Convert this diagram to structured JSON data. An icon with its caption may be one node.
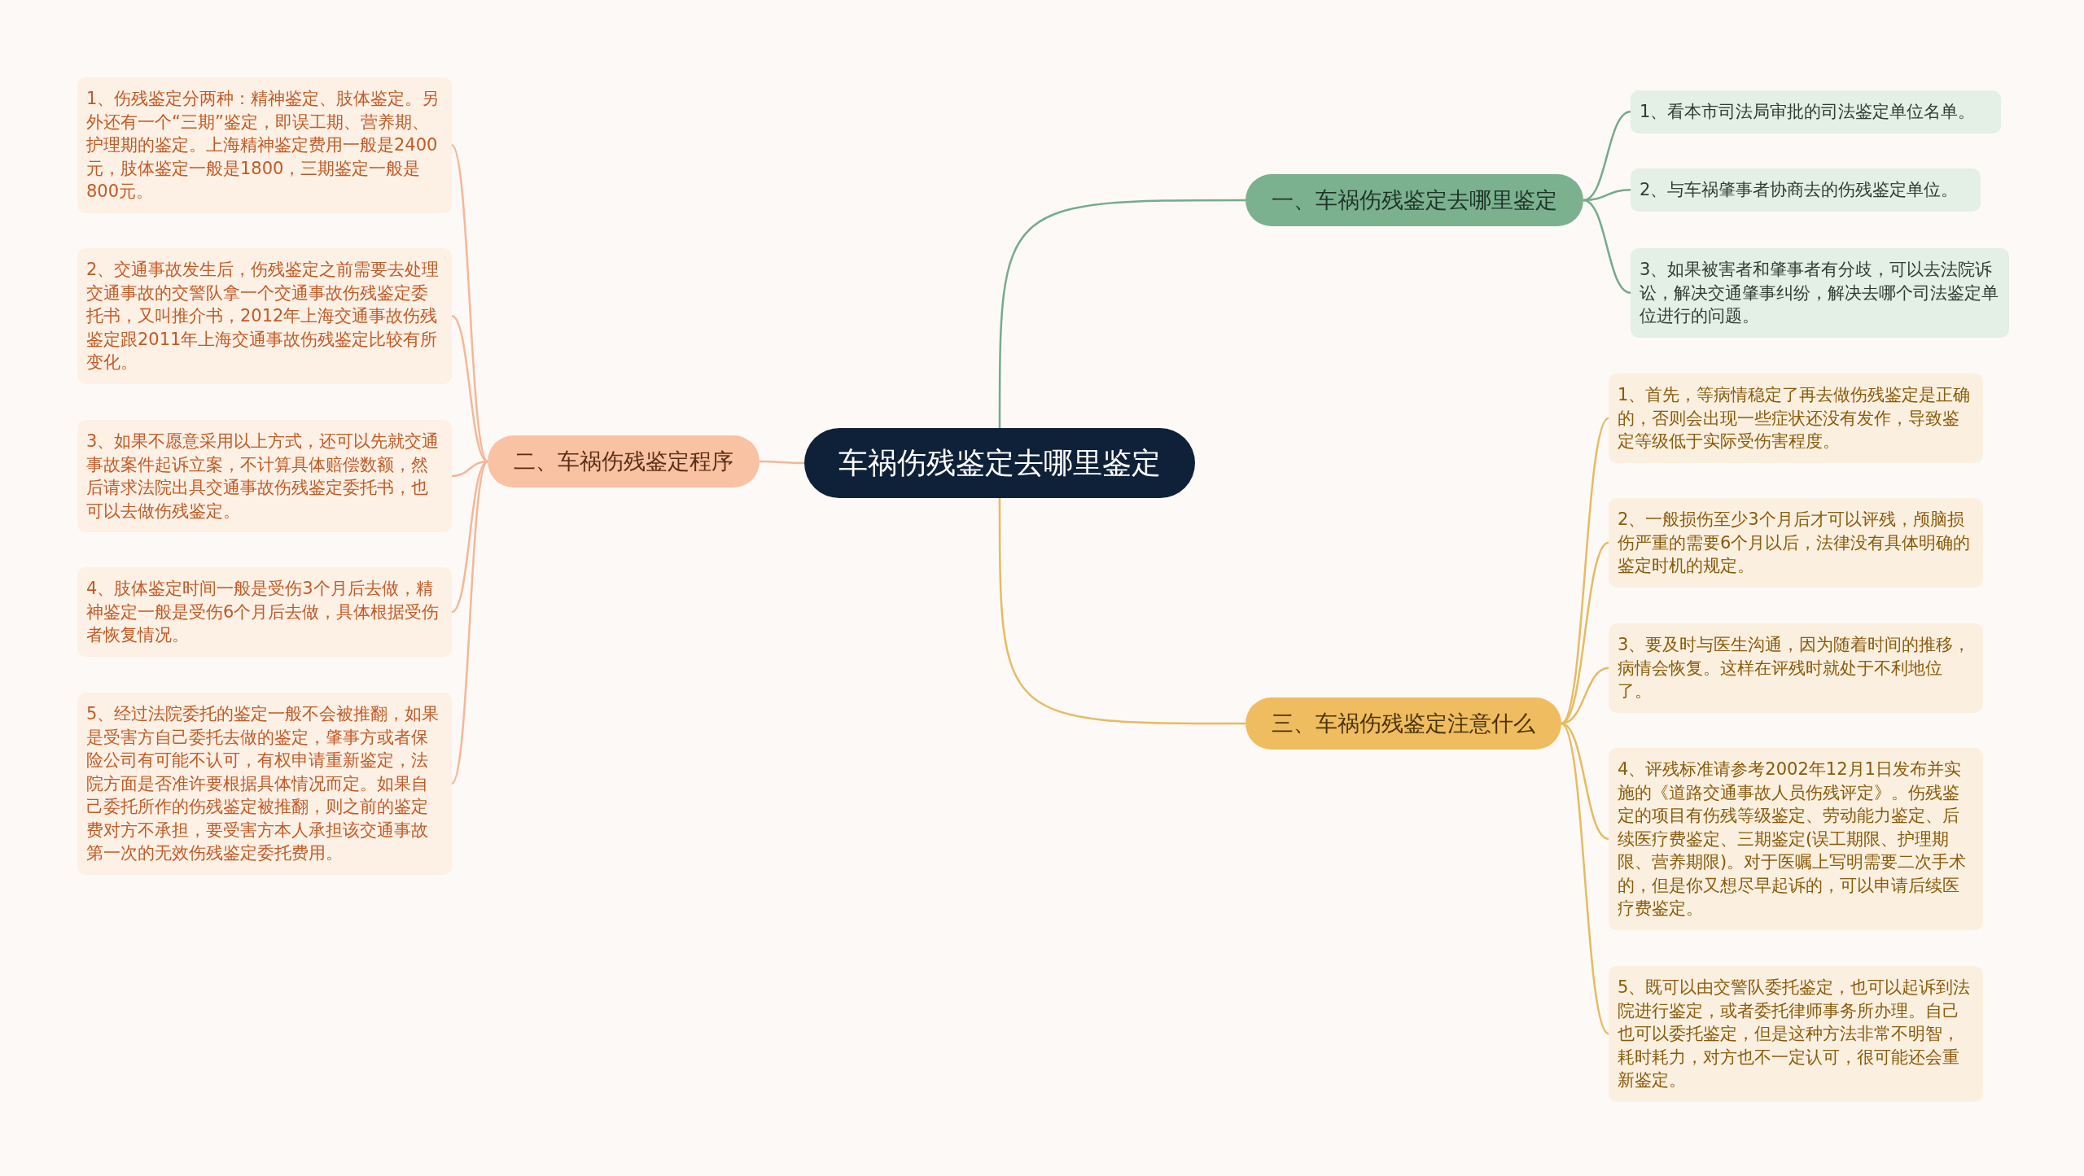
{
  "diagram": {
    "nodes": [
      {
        "text": [
          "车祸伤残鉴定去哪里鉴定"
        ]
      },
      {
        "text": [
          "一、车祸伤残鉴定去哪里鉴定"
        ]
      },
      {
        "text": [
          "1、看本市司法局审批的司法鉴定单位名单。"
        ]
      },
      {
        "text": [
          "2、与车祸肇事者协商去的伤残鉴定单位。"
        ]
      },
      {
        "text": [
          "3、如果被害者和肇事者有分歧，可以去法院诉讼，解决交通肇事纠纷，解决去哪个司法鉴定单位进行的问题。"
        ]
      },
      {
        "text": [
          "二、车祸伤残鉴定程序"
        ]
      },
      {
        "text": [
          "1、伤残鉴定分两种：精神鉴定、肢体鉴定。另外还有一个“三期”鉴定，即误工期、营养期、护理期的鉴定。上海精神鉴定费用一般是2400元，肢体鉴定一般是1800，三期鉴定一般是800元。"
        ]
      },
      {
        "text": [
          "2、交通事故发生后，伤残鉴定之前需要去处理交通事故的交警队拿一个交通事故伤残鉴定委托书，又叫推介书，2012年上海交通事故伤残鉴定跟2011年上海交通事故伤残鉴定比较有所变化。"
        ]
      },
      {
        "text": [
          "3、如果不愿意采用以上方式，还可以先就交通事故案件起诉立案，不计算具体赔偿数额，然后请求法院出具交通事故伤残鉴定委托书，也可以去做伤残鉴定。"
        ]
      },
      {
        "text": [
          "4、肢体鉴定时间一般是受伤3个月后去做，精神鉴定一般是受伤6个月后去做，具体根据受伤者恢复情况。"
        ]
      },
      {
        "text": [
          "5、经过法院委托的鉴定一般不会被推翻，如果是受害方自己委托去做的鉴定，肇事方或者保险公司有可能不认可，有权申请重新鉴定，法院方面是否准许要根据具体情况而定。如果自己委托所作的伤残鉴定被推翻，则之前的鉴定费对方不承担，要受害方本人承担该交通事故第一次的无效伤残鉴定委托费用。"
        ]
      },
      {
        "text": [
          "三、车祸伤残鉴定注意什么"
        ]
      },
      {
        "text": [
          "1、首先，等病情稳定了再去做伤残鉴定是正确的，否则会出现一些症状还没有发作，导致鉴定等级低于实际受伤害程度。"
        ]
      },
      {
        "text": [
          "2、一般损伤至少3个月后才可以评残，颅脑损伤严重的需要6个月以后，法律没有具体明确的鉴定时机的规定。"
        ]
      },
      {
        "text": [
          "3、要及时与医生沟通，因为随着时间的推移，病情会恢复。这样在评残时就处于不利地位了。"
        ]
      },
      {
        "text": [
          "4、评残标准请参考2002年12月1日发布并实施的《道路交通事故人员伤残评定》。伤残鉴定的项目有伤残等级鉴定、劳动能力鉴定、后续医疗费鉴定、三期鉴定(误工期限、护理期限、营养期限)。对于医嘱上写明需要二次手术的，但是你又想尽早起诉的，可以申请后续医疗费鉴定。"
        ]
      },
      {
        "text": [
          "5、既可以由交警队委托鉴定，也可以起诉到法院进行鉴定，或者委托律师事务所办理。自己也可以委托鉴定，但是这种方法非常不明智，耗时耗力，对方也不一定认可，很可能还会重新鉴定。"
        ]
      }
    ],
    "edges": [
      {
        "from": 0,
        "to": 1,
        "arrow": "none",
        "color": "#77aa8b"
      },
      {
        "from": 1,
        "to": 2,
        "arrow": "none",
        "color": "#77aa8b"
      },
      {
        "from": 1,
        "to": 3,
        "arrow": "none",
        "color": "#77aa8b"
      },
      {
        "from": 1,
        "to": 4,
        "arrow": "none",
        "color": "#77aa8b"
      },
      {
        "from": 0,
        "to": 5,
        "arrow": "none",
        "color": "#f5b796"
      },
      {
        "from": 5,
        "to": 6,
        "arrow": "none",
        "color": "#f5b796"
      },
      {
        "from": 5,
        "to": 7,
        "arrow": "none",
        "color": "#f5b796"
      },
      {
        "from": 5,
        "to": 8,
        "arrow": "none",
        "color": "#f5b796"
      },
      {
        "from": 5,
        "to": 9,
        "arrow": "none",
        "color": "#f5b796"
      },
      {
        "from": 5,
        "to": 10,
        "arrow": "none",
        "color": "#f5b796"
      },
      {
        "from": 0,
        "to": 11,
        "arrow": "none",
        "color": "#e6bb62"
      },
      {
        "from": 11,
        "to": 12,
        "arrow": "none",
        "color": "#e6bb62"
      },
      {
        "from": 11,
        "to": 13,
        "arrow": "none",
        "color": "#e6bb62"
      },
      {
        "from": 11,
        "to": 14,
        "arrow": "none",
        "color": "#e6bb62"
      },
      {
        "from": 11,
        "to": 15,
        "arrow": "none",
        "color": "#e6bb62"
      },
      {
        "from": 11,
        "to": 16,
        "arrow": "none",
        "color": "#e6bb62"
      }
    ]
  }
}
